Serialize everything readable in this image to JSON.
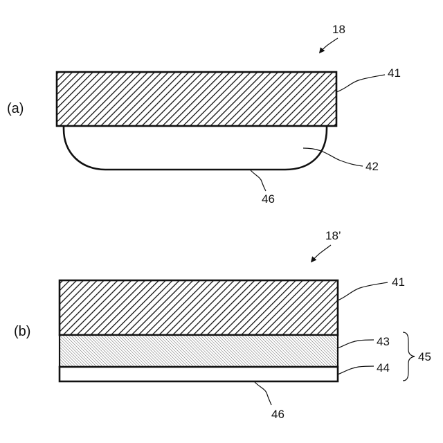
{
  "figure": {
    "panel_a": {
      "panel_label": "(a)",
      "assembly_ref": "18",
      "top_layer_ref": "41",
      "lower_body_ref": "42",
      "bottom_surface_ref": "46"
    },
    "panel_b": {
      "panel_label": "(b)",
      "assembly_ref": "18’",
      "top_layer_ref": "41",
      "middle_layer_ref": "43",
      "bottom_layer_ref": "44",
      "group_ref": "45",
      "bottom_surface_ref": "46"
    }
  },
  "colors": {
    "line": "#111111",
    "background": "#ffffff",
    "hatch_dense": "#111111",
    "hatch_fine": "#555555"
  }
}
